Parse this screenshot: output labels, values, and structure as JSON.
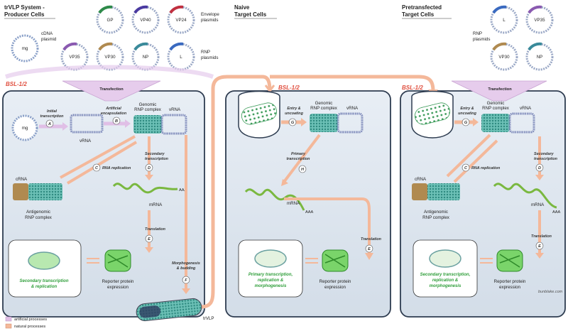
{
  "headers": {
    "trvlp_system": [
      "trVLP System -",
      "Producer Cells"
    ],
    "naive": [
      "Naive",
      "Target Cells"
    ],
    "pretransfected": [
      "Pretransfected",
      "Target Cells"
    ]
  },
  "plasmid_groups": {
    "cdna": [
      "cDNA",
      "plasmid"
    ],
    "envelope": [
      "Envelope",
      "plasmids"
    ],
    "rnp": [
      "RNP",
      "plasmids"
    ],
    "rnp_right": [
      "RNP",
      "plasmids"
    ]
  },
  "plasmids": {
    "mg": "mg",
    "gp": "GP",
    "vp40": "VP40",
    "vp24": "VP24",
    "vp35": "VP35",
    "vp30": "VP30",
    "np": "NP",
    "l": "L",
    "r_l": "L",
    "r_vp35": "VP35",
    "r_vp30": "VP30",
    "r_np": "NP"
  },
  "bsl": {
    "left": "BSL-1/2",
    "middle": "BSL-1/2",
    "right": "BSL-1/2"
  },
  "transfection": {
    "left": "Transfection",
    "right": "Transfection"
  },
  "left_panel": {
    "mg": "mg",
    "initial_transcription": [
      "Initial",
      "transcription"
    ],
    "artificial_encapsulation": [
      "Artificial",
      "encapsulation"
    ],
    "step_a": "A",
    "step_b": "B",
    "step_c": "C",
    "step_d": "D",
    "step_e": "E",
    "step_f": "F",
    "vrna_1": "vRNA",
    "vrna_2": "vRNA",
    "genomic_rnp": [
      "Genomic",
      "RNP complex"
    ],
    "rna_replication": "RNA replication",
    "secondary_transcription": [
      "Secondary",
      "transcription"
    ],
    "crna": "cRNA",
    "antigenomic": [
      "Antigenomic",
      "RNP complex"
    ],
    "mrna": "mRNA",
    "aaa": "AAA",
    "translation": "Translation",
    "reporter": [
      "Reporter protein",
      "expression"
    ],
    "dish_text": [
      "Secondary transcription",
      "& replication"
    ],
    "morphogenesis": [
      "Morphogenesis",
      "& budding"
    ],
    "trvlp": "trVLP"
  },
  "middle_panel": {
    "entry": [
      "Entry &",
      "uncoating"
    ],
    "step_g": "G",
    "step_h": "H",
    "step_e": "E",
    "genomic_rnp": [
      "Genomic",
      "RNP complex"
    ],
    "vrna": "vRNA",
    "primary_transcription": [
      "Primary",
      "transcription"
    ],
    "mrna": "mRNA",
    "aaa": "AAA",
    "translation": "Translation",
    "reporter": [
      "Reporter protein",
      "expression"
    ],
    "dish_text": [
      "Primary transcription,",
      "replication &",
      "morphogenesis"
    ]
  },
  "right_panel": {
    "entry": [
      "Entry &",
      "uncoating"
    ],
    "step_g": "G",
    "step_c": "C",
    "step_d": "D",
    "step_e": "E",
    "genomic_rnp": [
      "Genomic",
      "RNP complex"
    ],
    "vrna": "vRNA",
    "rna_replication": "RNA replication",
    "secondary_transcription": [
      "Secondary",
      "transcription"
    ],
    "crna": "cRNA",
    "antigenomic": [
      "Antigenomic",
      "RNP complex"
    ],
    "mrna": "mRNA",
    "aaa": "AAA",
    "translation": "Translation",
    "reporter": [
      "Reporter protein",
      "expression"
    ],
    "dish_text": [
      "Secondary transcription,",
      "replication &",
      "morphogenesis"
    ]
  },
  "legend": {
    "artificial": "artificial processes",
    "natural": "natural processes"
  },
  "signature": "bunblake.com",
  "colors": {
    "cell_fill": "#dde6ef",
    "cell_stroke": "#2e3c50",
    "arrow_natural": "#f4b89a",
    "arrow_artificial": "#e0bfe6",
    "bsl_red": "#e05040",
    "green_text": "#2f9e3a",
    "reporter_green": "#4cbf3c",
    "rnp_teal": "#58b2a8",
    "rnp_blue": "#7a86b8"
  }
}
